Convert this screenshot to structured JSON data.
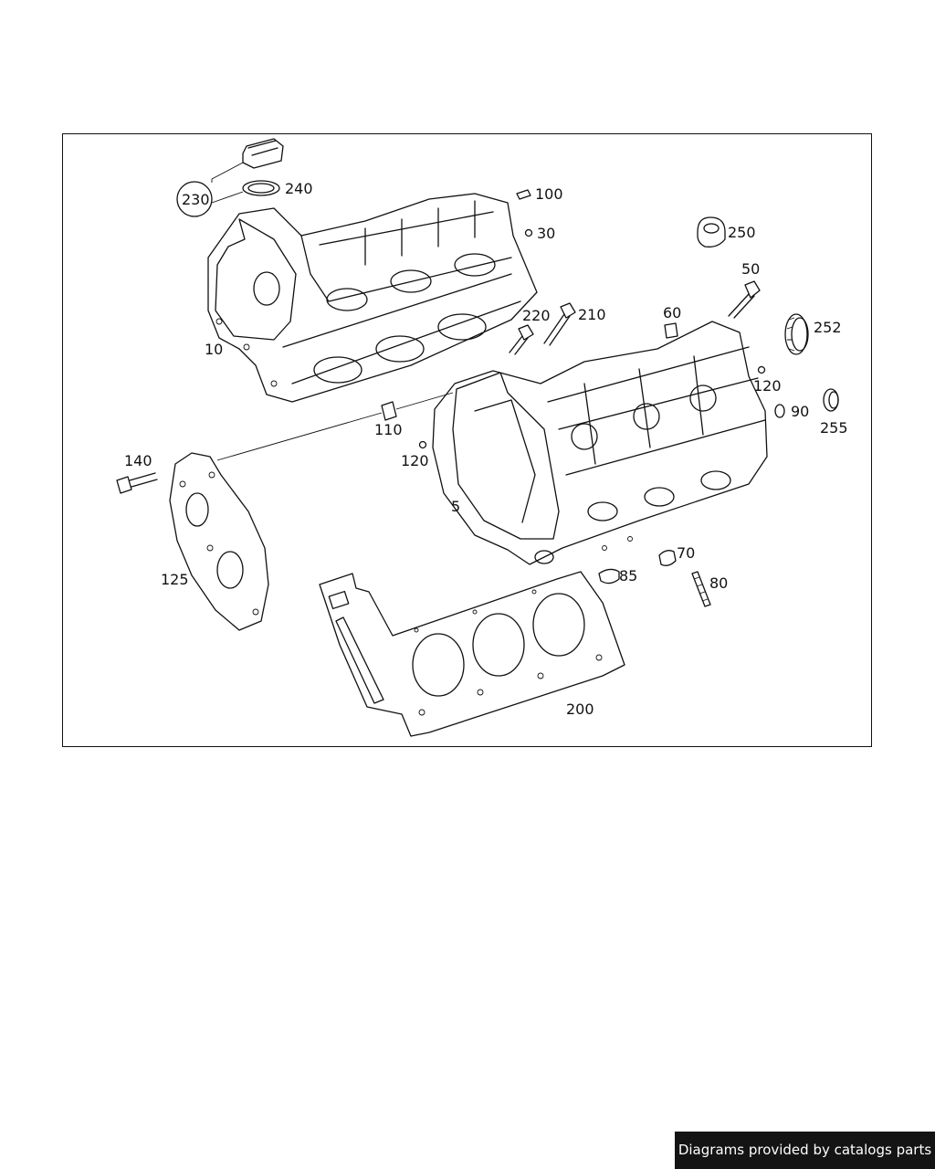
{
  "diagram": {
    "callouts": {
      "c5": "5",
      "c10": "10",
      "c30": "30",
      "c50": "50",
      "c60": "60",
      "c70": "70",
      "c80": "80",
      "c85": "85",
      "c90": "90",
      "c100": "100",
      "c110": "110",
      "c120a": "120",
      "c120b": "120",
      "c125": "125",
      "c140": "140",
      "c200": "200",
      "c210": "210",
      "c220": "220",
      "c230": "230",
      "c240": "240",
      "c250": "250",
      "c252": "252",
      "c255": "255"
    }
  },
  "footer": {
    "credit": "Diagrams provided by catalogs parts"
  }
}
